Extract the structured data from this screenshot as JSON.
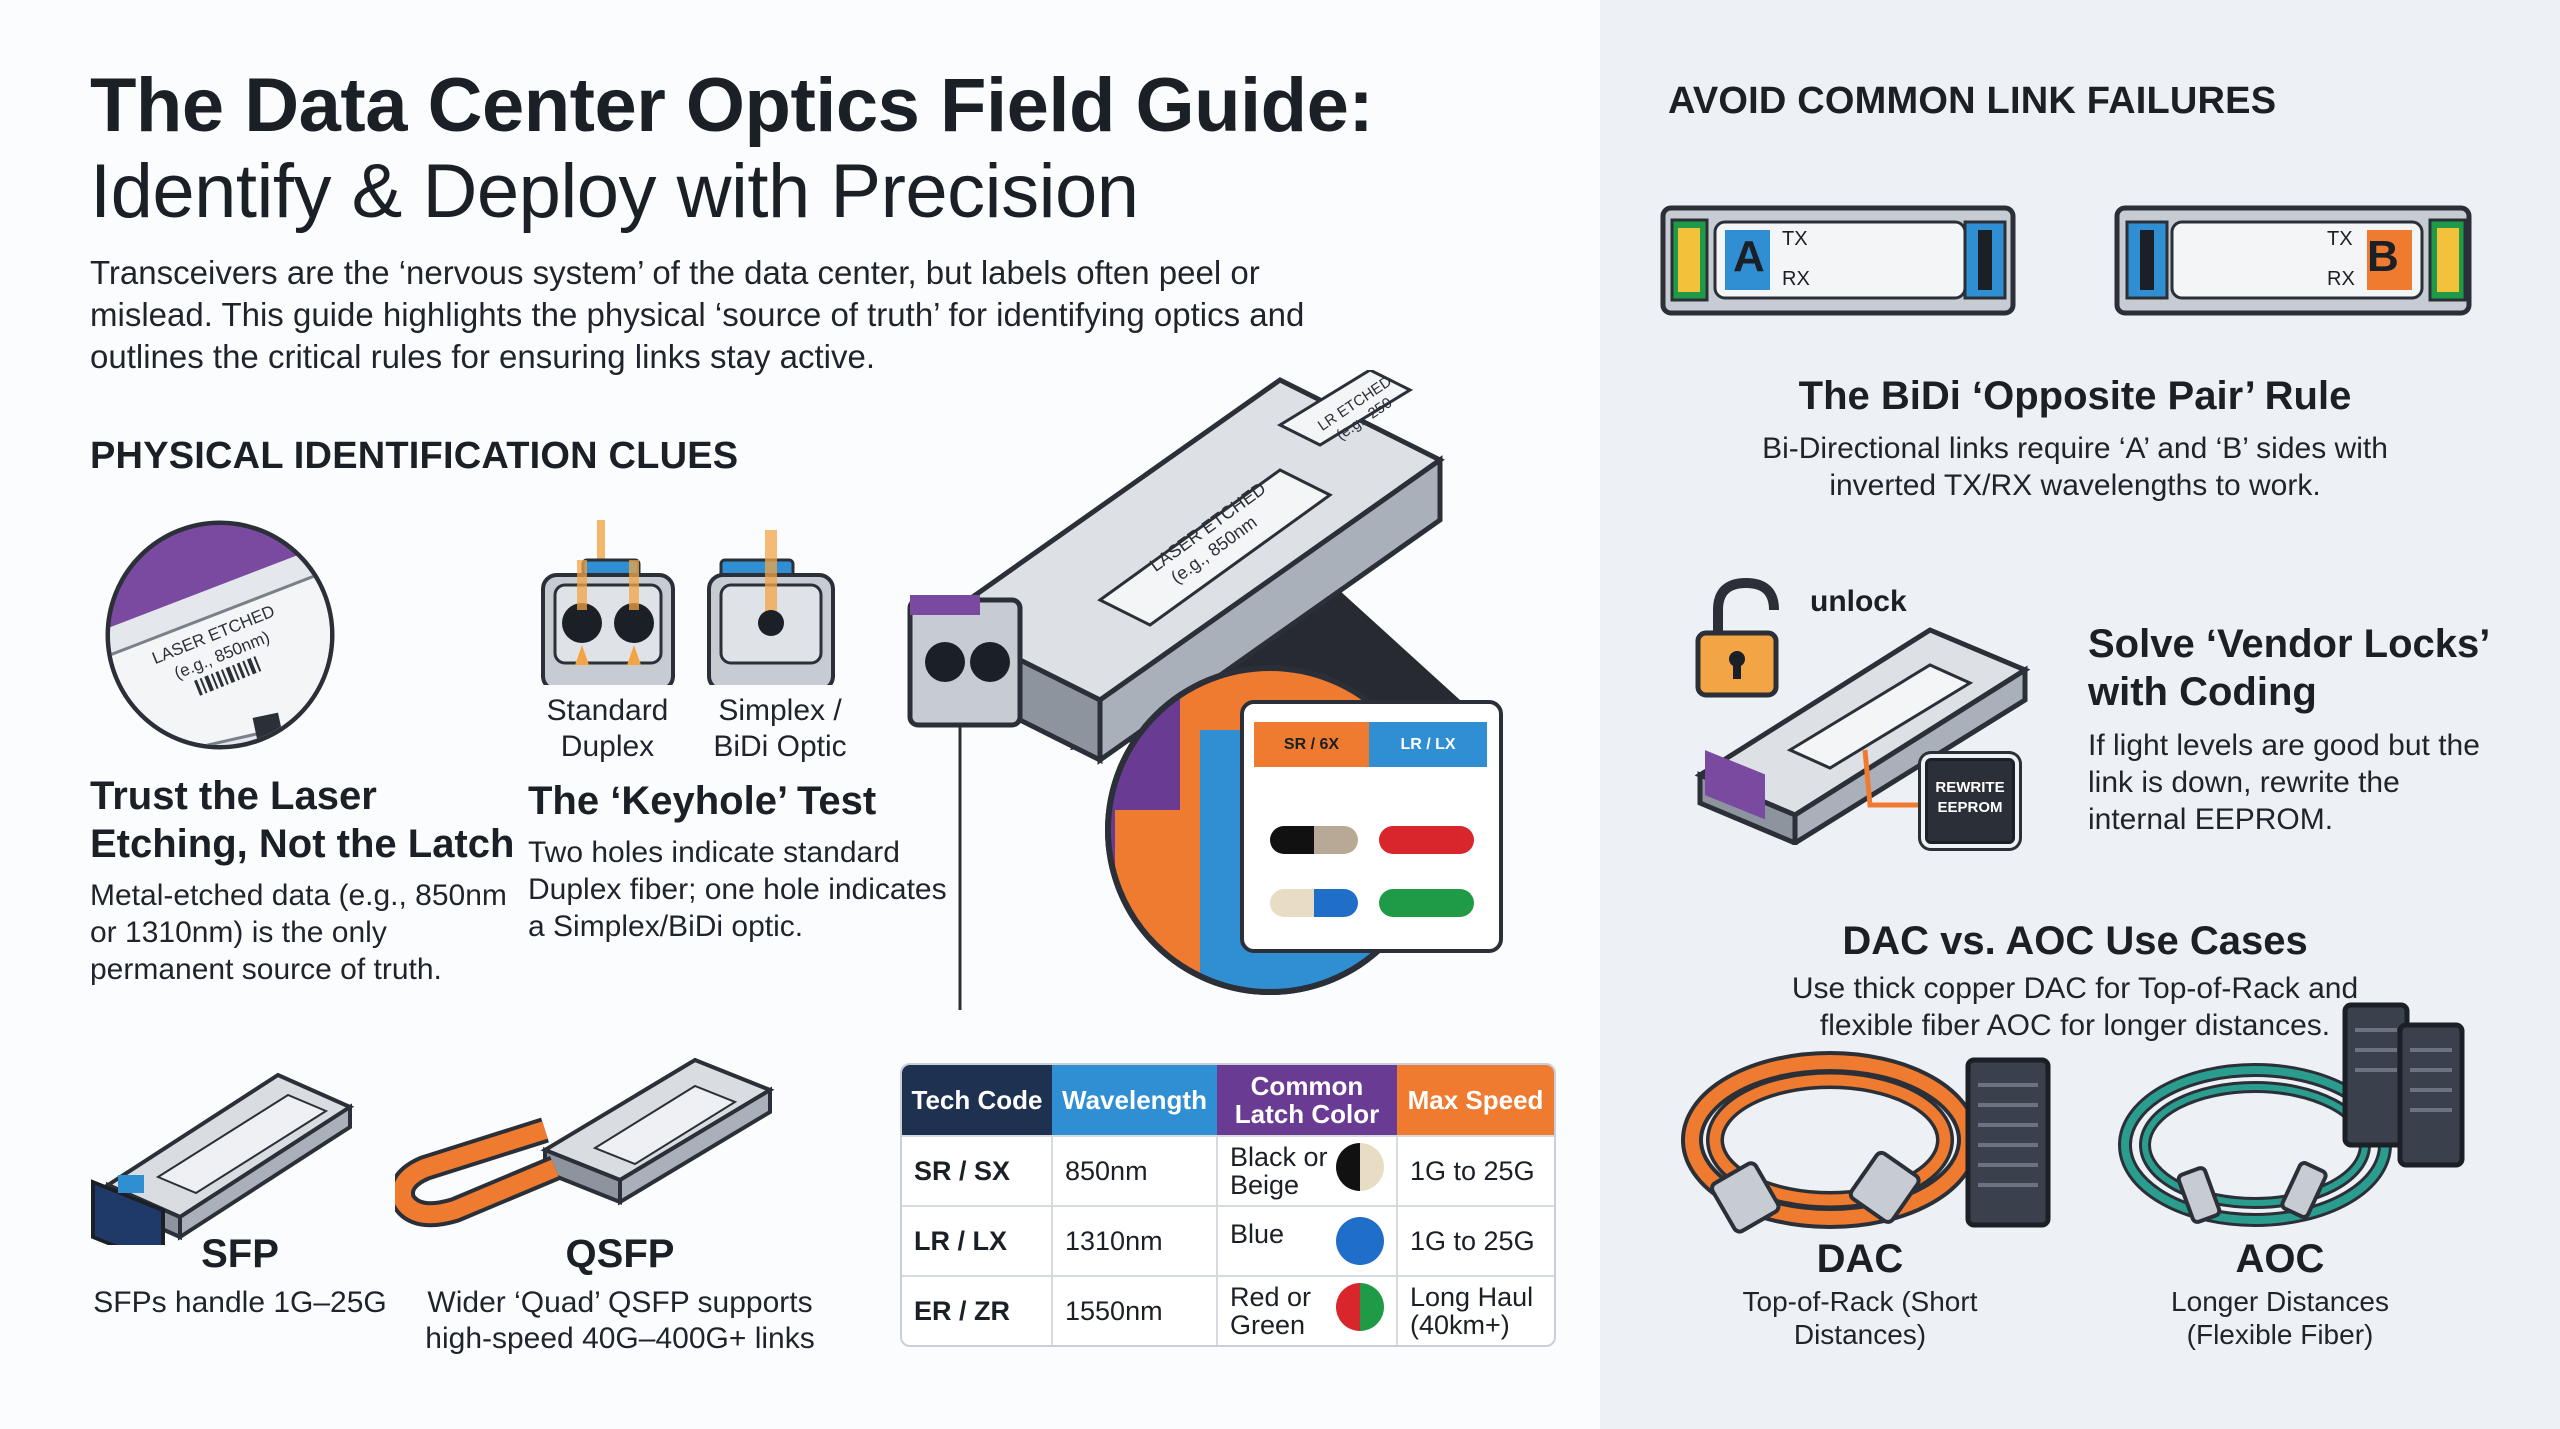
{
  "header": {
    "title_line1": "The Data Center Optics Field Guide:",
    "title_line2": "Identify & Deploy with Precision",
    "intro": "Transceivers are the ‘nervous system’ of the data center, but labels often peel or mislead. This guide highlights the physical ‘source of truth’ for identifying optics and outlines the critical rules for ensuring links stay active."
  },
  "physical": {
    "heading": "PHYSICAL IDENTIFICATION CLUES",
    "laser_label_line1": "LASER ETCHED",
    "laser_label_line2": "(e.g., 850nm)",
    "trust_title": "Trust the Laser Etching, Not the Latch",
    "trust_body": "Metal-etched data (e.g., 850nm or 1310nm) is the only permanent source of truth.",
    "duplex_caption": "Standard Duplex",
    "simplex_caption": "Simplex / BiDi Optic",
    "keyhole_title": "The ‘Keyhole’ Test",
    "keyhole_body": "Two holes indicate standard Duplex fiber; one hole indicates a Simplex/BiDi optic.",
    "sfp_title": "SFP",
    "sfp_body": "SFPs handle 1G–25G",
    "qsfp_title": "QSFP",
    "qsfp_body": "Wider ‘Quad’ QSFP supports high-speed 40G–400G+ links"
  },
  "module_labels": {
    "main_line1": "LASER ETCHED",
    "main_line2": "(e.g., 850nm",
    "side_line1": "LR ETCHED",
    "side_line2": "(e.g., 250"
  },
  "zoom_card": {
    "tag_left": "SR / 6X",
    "tag_right": "LR / LX"
  },
  "table": {
    "headers": [
      "Tech Code",
      "Wavelength",
      "Common Latch Color",
      "Max Speed"
    ],
    "header_colors": [
      "#1f3150",
      "#2f8fd2",
      "#6a3b93",
      "#ee7b2f"
    ],
    "rows": [
      {
        "code": "SR / SX",
        "wavelength": "850nm",
        "latch": "Black or Beige",
        "speed": "1G to 25G",
        "colors": [
          "#111111",
          "#e8dcc4"
        ]
      },
      {
        "code": "LR / LX",
        "wavelength": "1310nm",
        "latch": "Blue",
        "speed": "1G to 25G",
        "colors": [
          "#1f6fc8",
          "#1f6fc8"
        ]
      },
      {
        "code": "ER / ZR",
        "wavelength": "1550nm",
        "latch": "Red or Green",
        "speed": "Long Haul (40km+)",
        "colors": [
          "#d8262c",
          "#1f9a47"
        ]
      }
    ]
  },
  "right": {
    "heading": "AVOID COMMON LINK FAILURES",
    "bidi_a": {
      "letter": "A",
      "tx": "TX",
      "rx": "RX"
    },
    "bidi_b": {
      "letter": "B",
      "tx": "TX",
      "rx": "RX"
    },
    "bidi_title": "The BiDi ‘Opposite Pair’ Rule",
    "bidi_body": "Bi-Directional links require ‘A’ and ‘B’ sides with inverted TX/RX wavelengths to work.",
    "unlock_label": "unlock",
    "chip_line1": "REWRITE",
    "chip_line2": "EEPROM",
    "vendor_title": "Solve ‘Vendor Locks’ with Coding",
    "vendor_body": "If light levels are good but the link is down, rewrite the internal EEPROM.",
    "dacaoc_title": "DAC vs. AOC Use Cases",
    "dacaoc_body": "Use thick copper DAC for Top-of-Rack and flexible fiber AOC for longer distances.",
    "dac_title": "DAC",
    "dac_body": "Top-of-Rack (Short Distances)",
    "aoc_title": "AOC",
    "aoc_body": "Longer Distances (Flexible Fiber)"
  },
  "colors": {
    "orange": "#ee7b2f",
    "blue": "#2f8fd2",
    "purple": "#6a3b93",
    "navy": "#1f3150",
    "teal": "#2a9d8f"
  }
}
